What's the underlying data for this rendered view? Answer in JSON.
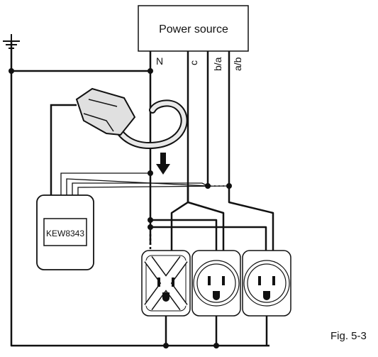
{
  "power_source": {
    "label": "Power source"
  },
  "wire_labels": {
    "n": "N",
    "c": "c",
    "b_a": "b/a",
    "a_b": "a/b"
  },
  "meter": {
    "label": "KEW8343"
  },
  "figure": {
    "caption": "Fig. 5-3"
  },
  "outlets": [
    {
      "id": "left",
      "state": "crossed-out"
    },
    {
      "id": "middle",
      "state": "normal"
    },
    {
      "id": "right",
      "state": "normal"
    }
  ]
}
